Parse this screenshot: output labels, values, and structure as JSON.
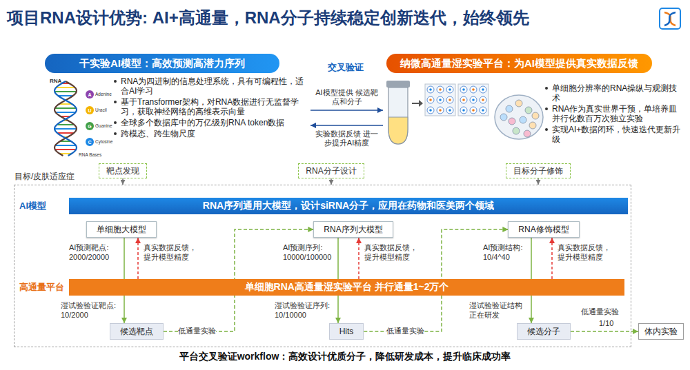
{
  "diagram": {
    "title": "项目RNA设计优势: AI+高通量，RNA分子持续稳定创新迭代，始终领先",
    "caption": "平台交叉验证workflow：高效设计优质分子，降低研发成本，提升临床成功率",
    "nodes": [
      {
        "text": [
          "干实验AI模型：高效预测高潜力序列",
          "RNA为四进制的信息处理系统，具有可编程性，适合AI学习",
          "基于Transformer架构，对RNA数据进行无监督学习，获取神经网络的高维表示向量",
          "全球多个数据库中的万亿级别RNA token数据",
          "跨模态、跨生物尺度"
        ]
      },
      {
        "text": [
          "纳微高通量湿实验平台：为AI模型提供真实数据反馈",
          "单细胞分辨率的RNA操纵与观测技术",
          "RNA作为真实世界干预，单培养皿并行化数百万次独立实验",
          "实现AI+数据闭环，快速迭代更新升级"
        ]
      },
      {
        "text": [
          "靶点发现"
        ]
      },
      {
        "text": [
          "RNA分子设计"
        ]
      },
      {
        "text": [
          "目标分子修饰"
        ]
      },
      {
        "text": [
          "目标/皮肤适应症"
        ]
      },
      {
        "text": [
          "RNA序列通用大模型，设计siRNA分子，应用在药物和医美两个领域"
        ],
        "in": 5
      },
      {
        "text": [
          "单细胞大模型"
        ],
        "in": 5
      },
      {
        "text": [
          "RNA序列大模型"
        ],
        "in": 5
      },
      {
        "text": [
          "RNA修饰模型"
        ],
        "in": 5
      },
      {
        "text": [
          "单细胞RNA高通量湿实验平台 并行通量1~2万个"
        ],
        "in": 5
      },
      {
        "text": [
          "候选靶点"
        ],
        "in": 5
      },
      {
        "text": [
          "Hits"
        ],
        "in": 5
      },
      {
        "text": [
          "候选分子"
        ],
        "in": 5
      },
      {
        "text": [
          "体内实验"
        ]
      }
    ],
    "edges": [
      {
        "from": 0,
        "to": 1,
        "arrow": "to",
        "label": "AI模型提供 候选靶点和分子"
      },
      {
        "from": 1,
        "to": 0,
        "arrow": "to",
        "label": "实验数据反馈 进一步提升AI精度"
      },
      {
        "from": 2,
        "to": 5,
        "arrow": "to"
      },
      {
        "from": 3,
        "to": 5,
        "arrow": "to"
      },
      {
        "from": 4,
        "to": 5,
        "arrow": "to"
      },
      {
        "from": 7,
        "to": 11,
        "arrow": "to"
      },
      {
        "from": 10,
        "to": 7,
        "arrow": "to"
      },
      {
        "from": 8,
        "to": 12,
        "arrow": "to"
      },
      {
        "from": 10,
        "to": 8,
        "arrow": "to"
      },
      {
        "from": 9,
        "to": 13,
        "arrow": "to"
      },
      {
        "from": 10,
        "to": 9,
        "arrow": "to"
      },
      {
        "from": 11,
        "to": 8,
        "arrow": "to",
        "label": "低通量实验"
      },
      {
        "from": 12,
        "to": 9,
        "arrow": "to",
        "label": "低通量实验"
      },
      {
        "from": 13,
        "to": 14,
        "arrow": "to",
        "label": "低通量实验"
      }
    ],
    "labels": [
      "交叉验证",
      "RNA",
      "A",
      "Adenine",
      "U",
      "Uracil",
      "G",
      "Guanine",
      "C",
      "Cytosine",
      "RNA Bases",
      "AI模型",
      "AI预测靶点: 2000/20000",
      "真实数据反馈，提升模型精度",
      "AI预测序列: 10000/100000",
      "真实数据反馈，提升模型精度",
      "AI预测结构: 10/4^40",
      "真实数据反馈，提升模型精度",
      "高通量平台",
      "湿试验验证靶点: 10/2000",
      "湿试验验证序列: 10/10000",
      "湿试验验证结构 正在研发",
      "1/10"
    ]
  }
}
